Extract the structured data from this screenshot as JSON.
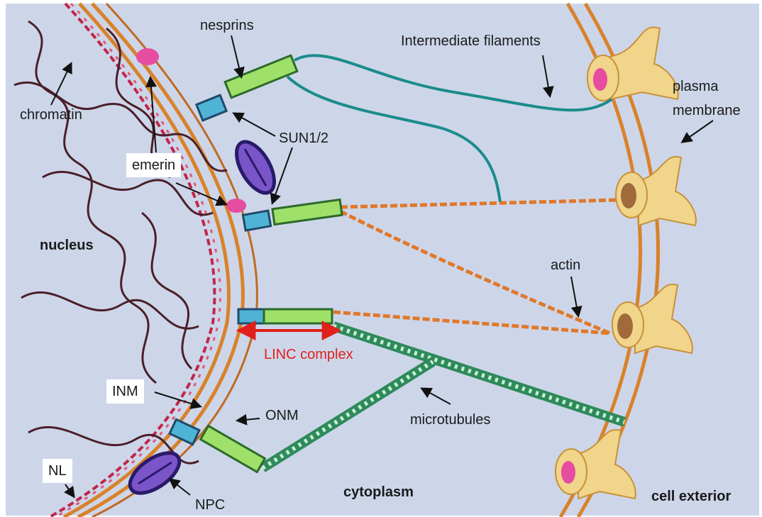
{
  "labels": {
    "nesprins": "nesprins",
    "intermediate_filaments": "Intermediate filaments",
    "plasma_membrane_line1": "plasma",
    "plasma_membrane_line2": "membrane",
    "chromatin": "chromatin",
    "sun": "SUN1/2",
    "emerin": "emerin",
    "nucleus": "nucleus",
    "actin": "actin",
    "linc_complex": "LINC complex",
    "inm": "INM",
    "onm": "ONM",
    "microtubules": "microtubules",
    "nl": "NL",
    "npc": "NPC",
    "cytoplasm": "cytoplasm",
    "cell_exterior": "cell exterior"
  },
  "colors": {
    "background": "#cdd6e9",
    "membrane": "#d9822b",
    "lamina": "#c0264a",
    "chromatin": "#4a1f2a",
    "nesprin_green": "#9fe06a",
    "sun_blue": "#4fb3d6",
    "npc_purple": "#7a55c8",
    "filament_teal": "#1b8c8c",
    "actin_orange": "#e0782a",
    "microtubule_green": "#2e8a5a",
    "linc_red": "#e0201b",
    "adhesion_yellow": "#f0d58a",
    "emerin_pink": "#e64ca0"
  }
}
